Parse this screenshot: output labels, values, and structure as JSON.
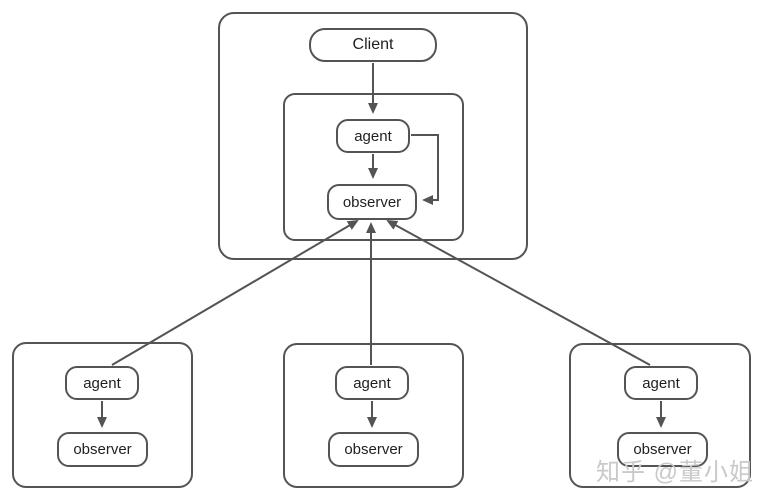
{
  "client_group": {
    "client": {
      "label": "Client"
    },
    "inner": {
      "agent": {
        "label": "agent"
      },
      "observer": {
        "label": "observer"
      }
    }
  },
  "workers": [
    {
      "agent": {
        "label": "agent"
      },
      "observer": {
        "label": "observer"
      }
    },
    {
      "agent": {
        "label": "agent"
      },
      "observer": {
        "label": "observer"
      }
    },
    {
      "agent": {
        "label": "agent"
      },
      "observer": {
        "label": "observer"
      }
    }
  ],
  "edges": [
    {
      "from": "client",
      "to": "central-agent"
    },
    {
      "from": "central-agent",
      "to": "central-observer"
    },
    {
      "from": "central-agent",
      "to": "central-observer",
      "kind": "side-loop"
    },
    {
      "from": "worker-0-agent",
      "to": "central-observer"
    },
    {
      "from": "worker-1-agent",
      "to": "central-observer"
    },
    {
      "from": "worker-2-agent",
      "to": "central-observer"
    },
    {
      "from": "worker-0-agent",
      "to": "worker-0-observer"
    },
    {
      "from": "worker-1-agent",
      "to": "worker-1-observer"
    },
    {
      "from": "worker-2-agent",
      "to": "worker-2-observer"
    }
  ],
  "watermark": {
    "text": "知乎 @董小姐"
  },
  "colors": {
    "stroke": "#545454",
    "text": "#1f1f1f",
    "background": "#ffffff",
    "watermark": "#c9c9c9"
  }
}
